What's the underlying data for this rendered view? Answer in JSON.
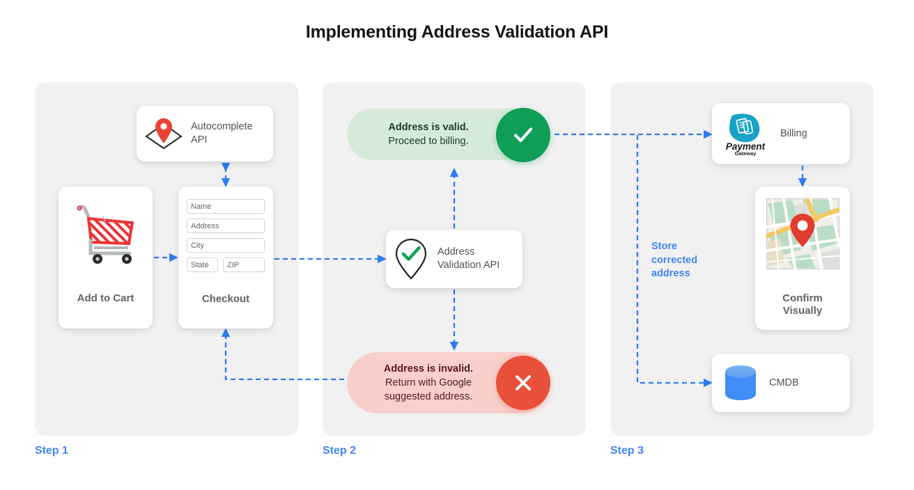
{
  "page": {
    "title": "Implementing Address Validation API",
    "accent_blue": "#4285f4",
    "panel_bg": "#f1f1f1",
    "green": "#0f9d58",
    "red": "#e8503a",
    "valid_pill_bg": "#d6ead9",
    "invalid_pill_bg": "#f8cfcb"
  },
  "steps": [
    {
      "label": "Step 1"
    },
    {
      "label": "Step 2"
    },
    {
      "label": "Step 3"
    }
  ],
  "step1": {
    "autocomplete_card": {
      "label_line1": "Autocomplete",
      "label_line2": "API",
      "icon": "map-pin-diamond-icon"
    },
    "cart_card": {
      "caption": "Add to Cart",
      "icon": "shopping-cart-icon"
    },
    "checkout_card": {
      "caption": "Checkout",
      "fields": [
        {
          "name": "name",
          "placeholder": "Name"
        },
        {
          "name": "address",
          "placeholder": "Address"
        },
        {
          "name": "city",
          "placeholder": "City"
        },
        {
          "name": "state",
          "placeholder": "State"
        },
        {
          "name": "zip",
          "placeholder": "ZIP"
        }
      ]
    }
  },
  "step2": {
    "valid_pill": {
      "line1": "Address is valid.",
      "line2": "Proceed to billing.",
      "icon": "check-icon"
    },
    "validation_card": {
      "label_line1": "Address",
      "label_line2": "Validation API",
      "icon": "map-pin-check-icon"
    },
    "invalid_pill": {
      "line1": "Address is invalid.",
      "line2": "Return with Google",
      "line3": "suggested address.",
      "icon": "close-icon"
    }
  },
  "step3": {
    "billing_card": {
      "label": "Billing",
      "logo_primary": "Payment",
      "logo_secondary": "Gateway",
      "icon": "payment-gateway-logo-icon"
    },
    "confirm_card": {
      "caption_line1": "Confirm",
      "caption_line2": "Visually",
      "icon": "map-thumbnail-icon"
    },
    "cmdb_card": {
      "label": "CMDB",
      "icon": "database-cylinder-icon"
    },
    "store_annotation": {
      "line1": "Store",
      "line2": "corrected",
      "line3": "address"
    }
  }
}
